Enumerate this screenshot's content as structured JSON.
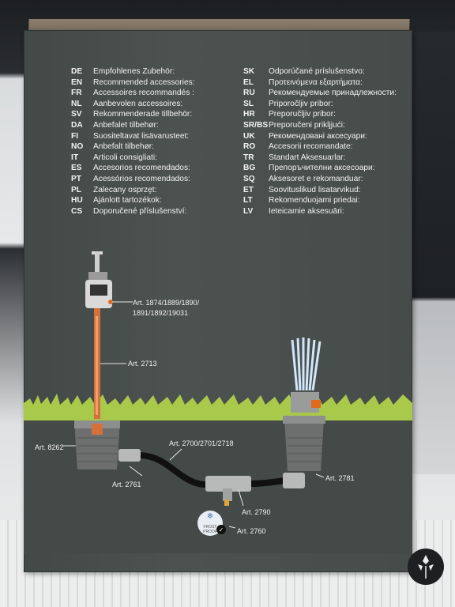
{
  "accessories_left": [
    {
      "code": "DE",
      "text": "Empfohlenes Zubehör:"
    },
    {
      "code": "EN",
      "text": "Recommended accessories:"
    },
    {
      "code": "FR",
      "text": "Accessoires recommandés :"
    },
    {
      "code": "NL",
      "text": "Aanbevolen accessoires:"
    },
    {
      "code": "SV",
      "text": "Rekommenderade tillbehör:"
    },
    {
      "code": "DA",
      "text": "Anbefalet tilbehør:"
    },
    {
      "code": "FI",
      "text": "Suositeltavat lisävarusteet:"
    },
    {
      "code": "NO",
      "text": "Anbefalt tilbehør:"
    },
    {
      "code": "IT",
      "text": "Articoli consigliati:"
    },
    {
      "code": "ES",
      "text": "Accesorios recomendados:"
    },
    {
      "code": "PT",
      "text": "Acessórios recomendados:"
    },
    {
      "code": "PL",
      "text": "Zalecany osprzęt:"
    },
    {
      "code": "HU",
      "text": "Ajánlott tartozékok:"
    },
    {
      "code": "CS",
      "text": "Doporučené příslušenství:"
    }
  ],
  "accessories_right": [
    {
      "code": "SK",
      "text": "Odporúčané príslušenstvo:"
    },
    {
      "code": "EL",
      "text": "Προτεινόμενα εξαρτήματα:"
    },
    {
      "code": "RU",
      "text": "Рекомендуемые принадлежности:"
    },
    {
      "code": "SL",
      "text": "Priporočljiv pribor:"
    },
    {
      "code": "HR",
      "text": "Preporučljiv pribor:"
    },
    {
      "code": "SR/BS",
      "text": "Preporučeni prikljjući:"
    },
    {
      "code": "UK",
      "text": "Рекомендовані аксесуари:"
    },
    {
      "code": "RO",
      "text": "Accesorii recomandate:"
    },
    {
      "code": "TR",
      "text": "Standart Aksesuarlar:"
    },
    {
      "code": "BG",
      "text": "Препоръчителни аксесоари:"
    },
    {
      "code": "SQ",
      "text": "Aksesoret e rekomanduar:"
    },
    {
      "code": "ET",
      "text": "Soovituslikud lisatarvikud:"
    },
    {
      "code": "LT",
      "text": "Rekomenduojami priedai:"
    },
    {
      "code": "LV",
      "text": "Ieteicamie aksesuāri:"
    }
  ],
  "diagram": {
    "art_timer_line1": "Art. 1874/1889/1890/",
    "art_timer_line2": "1891/1892/19031",
    "art_pipe": "Art. 2713",
    "art_box": "Art. 8262",
    "art_pipes": "Art. 2700/2701/2718",
    "art_connector": "Art. 2761",
    "art_valve": "Art. 2790",
    "art_sprinkler": "Art. 2781",
    "art_frost": "Art. 2760",
    "frost_badge_line1": "FROST",
    "frost_badge_line2": "PROOF"
  },
  "colors": {
    "box": "#474d4b",
    "grass": "#a8c84a",
    "hose": "#111111",
    "pipe": "#d4703a",
    "water": "#cfe2f7"
  }
}
